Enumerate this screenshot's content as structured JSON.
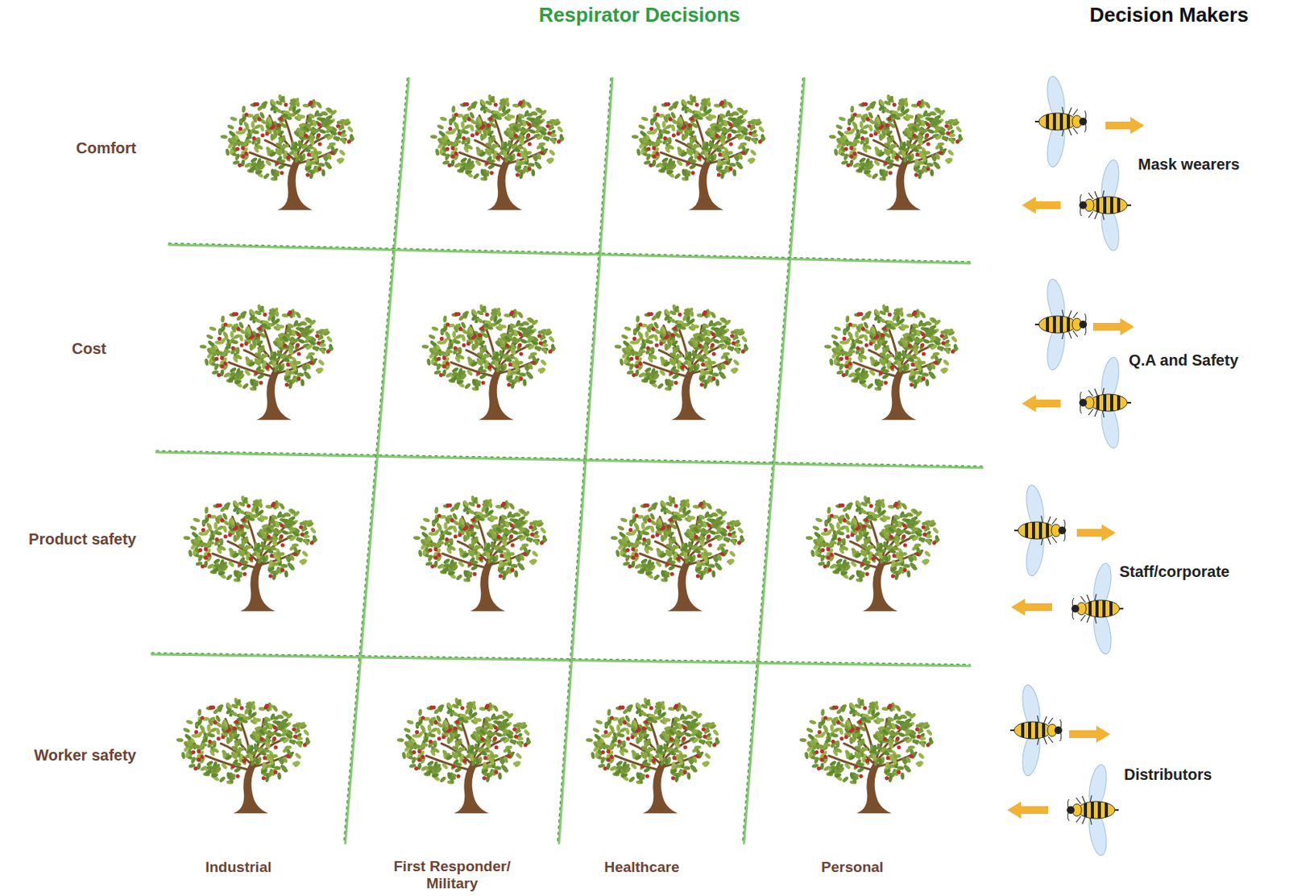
{
  "diagram": {
    "title": "Respirator Decisions",
    "labels": [
      "Decision Makers",
      "Comfort",
      "Mask wearers",
      "Cost",
      "Q.A and Safety",
      "Product safety",
      "Staff/corporate",
      "Worker safety",
      "Distributors",
      "Industrial",
      "First Responder/ Military",
      "Healthcare",
      "Personal"
    ]
  }
}
